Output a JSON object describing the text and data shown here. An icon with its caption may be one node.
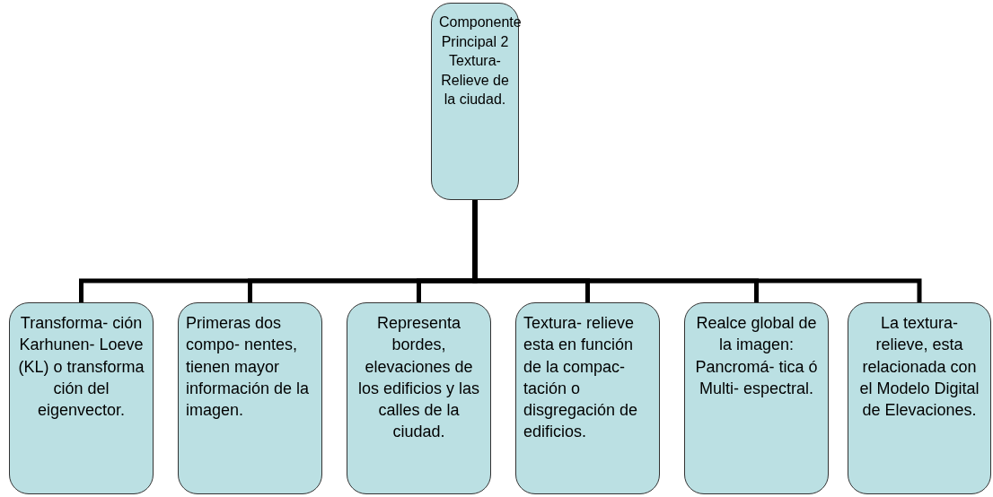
{
  "diagram": {
    "nodes": [
      {
        "text": [
          "Componente Principal 2 Textura- Relieve de la ciudad."
        ]
      },
      {
        "text": [
          "Transforma- ción Karhunen- Loeve (KL) o transforma ción del eigenvector."
        ]
      },
      {
        "text": [
          "Primeras dos compo- nentes, tienen mayor información de la imagen."
        ]
      },
      {
        "text": [
          "Representa bordes, elevaciones de los edificios y las calles de la ciudad."
        ]
      },
      {
        "text": [
          "Textura- relieve esta en función de la compac- tación o disgregación de edificios."
        ]
      },
      {
        "text": [
          "Realce global de la imagen: Pancromá- tica ó Multi- espectral."
        ]
      },
      {
        "text": [
          "La textura- relieve, esta relacionada con el Modelo Digital de Elevaciones."
        ]
      }
    ],
    "edges": [
      {
        "from": 0,
        "to": 1,
        "arrow": "none"
      },
      {
        "from": 0,
        "to": 2,
        "arrow": "none"
      },
      {
        "from": 0,
        "to": 3,
        "arrow": "none"
      },
      {
        "from": 0,
        "to": 4,
        "arrow": "none"
      },
      {
        "from": 0,
        "to": 5,
        "arrow": "none"
      },
      {
        "from": 0,
        "to": 6,
        "arrow": "none"
      }
    ]
  }
}
